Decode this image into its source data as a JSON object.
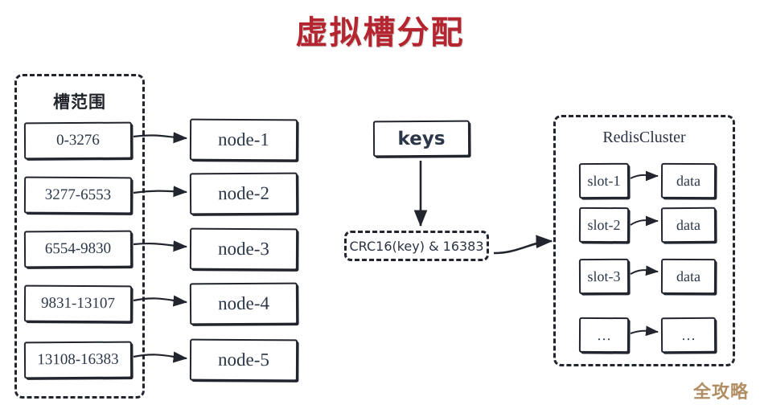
{
  "title": "虚拟槽分配",
  "colors": {
    "title": "#b5252f",
    "ink": "#22252e",
    "text": "#2b3748",
    "watermark": "#b08d62",
    "background": "#ffffff"
  },
  "slot_range_panel": {
    "heading": "槽范围",
    "ranges": [
      {
        "label": "0-3276"
      },
      {
        "label": "3277-6553"
      },
      {
        "label": "6554-9830"
      },
      {
        "label": "9831-13107"
      },
      {
        "label": "13108-16383"
      }
    ]
  },
  "nodes": [
    {
      "label": "node-1"
    },
    {
      "label": "node-2"
    },
    {
      "label": "node-3"
    },
    {
      "label": "node-4"
    },
    {
      "label": "node-5"
    }
  ],
  "middle": {
    "keys_label": "keys",
    "hash_formula": "CRC16(key) & 16383"
  },
  "cluster_panel": {
    "heading": "RedisCluster",
    "rows": [
      {
        "slot": "slot-1",
        "data": "data"
      },
      {
        "slot": "slot-2",
        "data": "data"
      },
      {
        "slot": "slot-3",
        "data": "data"
      },
      {
        "slot": "…",
        "data": "…"
      }
    ]
  },
  "watermark": "全攻略"
}
